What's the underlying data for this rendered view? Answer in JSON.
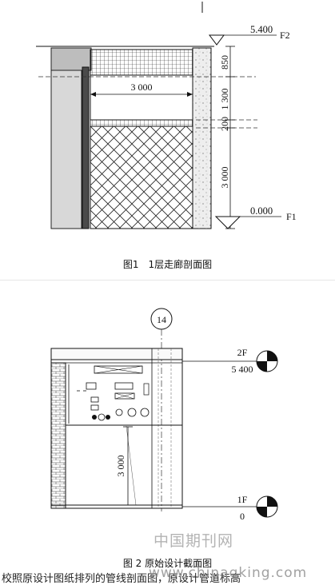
{
  "figure1": {
    "caption": "图1　1层走廊剖面图",
    "level_top": "5.400",
    "level_top_tag": "F2",
    "level_bottom": "0.000",
    "level_bottom_tag": "F1",
    "dim_width": "3 000",
    "dims_vertical": [
      "850",
      "1 300",
      "200",
      "3 000"
    ]
  },
  "figure2": {
    "caption": "图 2 原始设计截面图",
    "axis_label": "14",
    "top_floor": "2F",
    "top_level": "5 400",
    "bottom_floor": "1F",
    "bottom_level": "0",
    "dim_height": "3 000"
  },
  "watermark": {
    "site_name": "中国期刊网",
    "url": "www.chinaqking.com"
  },
  "body_text": "校照原设计图纸排列的管线剖面图，原设计管道标高"
}
